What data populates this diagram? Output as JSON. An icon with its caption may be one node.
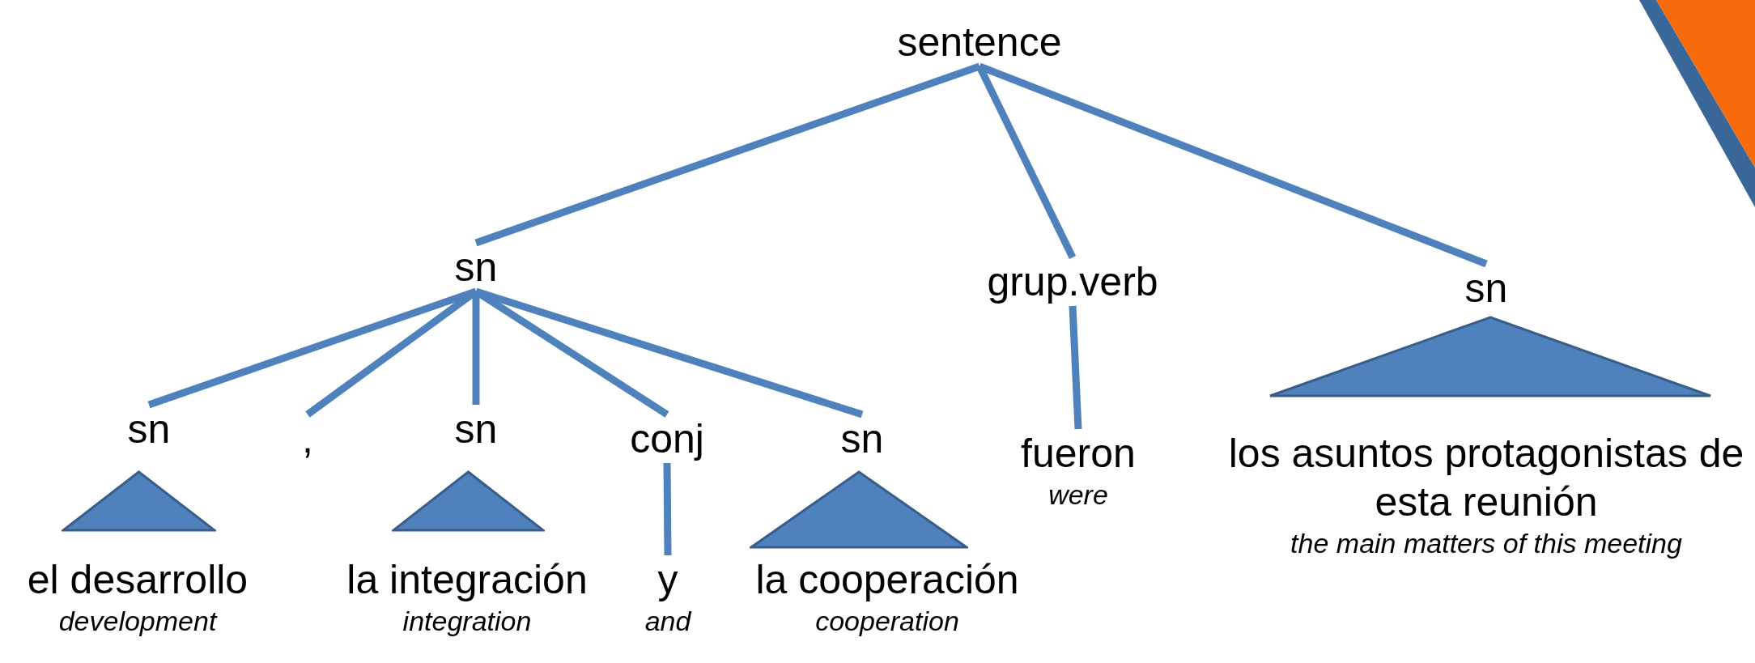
{
  "diagram": {
    "nodes": [
      {
        "text": [
          "sentence"
        ]
      },
      {
        "text": [
          "sn"
        ]
      },
      {
        "text": [
          "grup.verb"
        ]
      },
      {
        "text": [
          "sn"
        ]
      },
      {
        "text": [],
        "shape": "triangle"
      },
      {
        "text": [
          "sn"
        ]
      },
      {
        "text": [
          ","
        ]
      },
      {
        "text": [
          "sn"
        ]
      },
      {
        "text": [
          "conj"
        ]
      },
      {
        "text": [
          "sn"
        ]
      },
      {
        "text": [
          "fueron",
          "were"
        ]
      },
      {
        "text": [
          "los asuntos protagonistas de esta reunión",
          "the main matters of this meeting"
        ]
      },
      {
        "text": [],
        "shape": "triangle"
      },
      {
        "text": [],
        "shape": "triangle"
      },
      {
        "text": [],
        "shape": "triangle"
      },
      {
        "text": [
          "el desarrollo",
          "development"
        ]
      },
      {
        "text": [
          "la integración",
          "integration"
        ]
      },
      {
        "text": [
          "y",
          "and"
        ]
      },
      {
        "text": [
          "la cooperación",
          "cooperation"
        ]
      }
    ],
    "edges": [
      {
        "from": 0,
        "to": 1,
        "arrow": "none"
      },
      {
        "from": 0,
        "to": 2,
        "arrow": "none"
      },
      {
        "from": 0,
        "to": 3,
        "arrow": "none"
      },
      {
        "from": 1,
        "to": 5,
        "arrow": "none"
      },
      {
        "from": 1,
        "to": 6,
        "arrow": "none"
      },
      {
        "from": 1,
        "to": 7,
        "arrow": "none"
      },
      {
        "from": 1,
        "to": 8,
        "arrow": "none"
      },
      {
        "from": 1,
        "to": 9,
        "arrow": "none"
      },
      {
        "from": 2,
        "to": 10,
        "arrow": "none"
      },
      {
        "from": 8,
        "to": 17,
        "arrow": "none"
      }
    ]
  }
}
